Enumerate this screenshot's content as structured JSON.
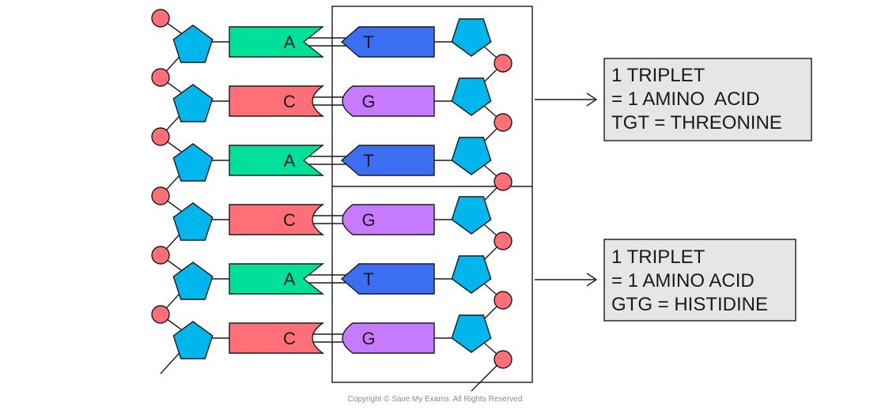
{
  "colors": {
    "adenine": "#00e09a",
    "thymine": "#3b6ef0",
    "cytosine": "#ff6f78",
    "guanine": "#c57aff",
    "sugar": "#00b6ec",
    "phosphate": "#ff6f78",
    "outline": "#1a1a1a",
    "box_fill": "#e6e6e6"
  },
  "base_pairs": [
    {
      "left": "A",
      "right": "T"
    },
    {
      "left": "C",
      "right": "G"
    },
    {
      "left": "A",
      "right": "T"
    },
    {
      "left": "C",
      "right": "G"
    },
    {
      "left": "A",
      "right": "T"
    },
    {
      "left": "C",
      "right": "G"
    }
  ],
  "triplet_boxes": [
    {
      "line1": "1 TRIPLET",
      "line2": "= 1 AMINO  ACID",
      "line3": "TGT = THREONINE"
    },
    {
      "line1": "1 TRIPLET",
      "line2": "= 1 AMINO ACID",
      "line3": "GTG = HISTIDINE"
    }
  ],
  "copyright": "Copyright © Save My Exams. All Rights Reserved"
}
